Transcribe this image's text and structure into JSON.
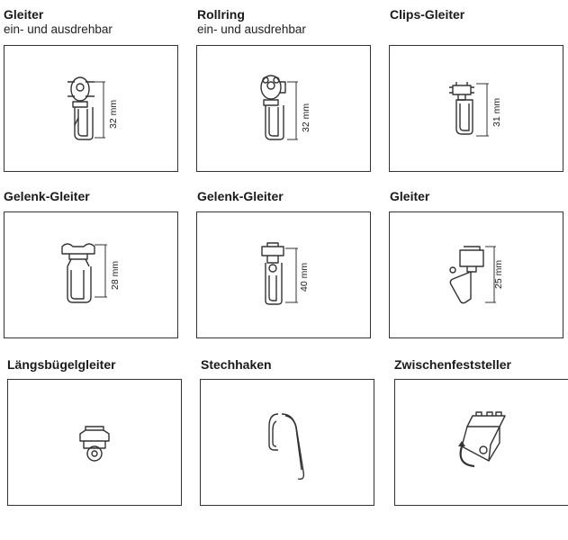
{
  "items": [
    {
      "title": "Gleiter",
      "subtitle": "ein- und ausdrehbar",
      "dimension": "32 mm",
      "icon": "glider-hook-icon"
    },
    {
      "title": "Rollring",
      "subtitle": "ein- und ausdrehbar",
      "dimension": "32 mm",
      "icon": "roller-ring-hook-icon"
    },
    {
      "title": "Clips-Gleiter",
      "subtitle": "",
      "dimension": "31 mm",
      "icon": "clip-glider-hook-icon"
    },
    {
      "title": "Gelenk-Gleiter",
      "subtitle": "",
      "dimension": "28 mm",
      "icon": "joint-glider-hook-icon"
    },
    {
      "title": "Gelenk-Gleiter",
      "subtitle": "",
      "dimension": "40 mm",
      "icon": "joint-glider-long-hook-icon"
    },
    {
      "title": "Gleiter",
      "subtitle": "",
      "dimension": "25 mm",
      "icon": "glider-small-hook-icon"
    },
    {
      "title": "Längsbügelgleiter",
      "subtitle": "",
      "dimension": "",
      "icon": "longitudinal-bracket-glider-icon"
    },
    {
      "title": "Stechhaken",
      "subtitle": "",
      "dimension": "",
      "icon": "pin-hook-icon"
    },
    {
      "title": "Zwischenfeststeller",
      "subtitle": "",
      "dimension": "",
      "icon": "intermediate-stopper-icon"
    }
  ]
}
